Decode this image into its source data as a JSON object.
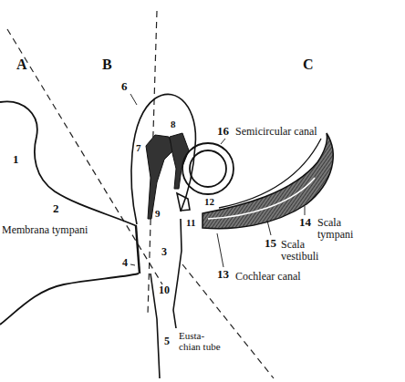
{
  "diagram": {
    "labels": [
      "A",
      "B",
      "C",
      "1",
      "2",
      "Membrana tympani",
      "4",
      "3",
      "10",
      "5",
      "Eusta- chian tube",
      "6",
      "7",
      "8",
      "9",
      "11",
      "12",
      "16",
      "Semicircular canal",
      "14",
      "Scala tympani",
      "15",
      "Scala vestibuli",
      "13",
      "Cochlear canal"
    ]
  }
}
